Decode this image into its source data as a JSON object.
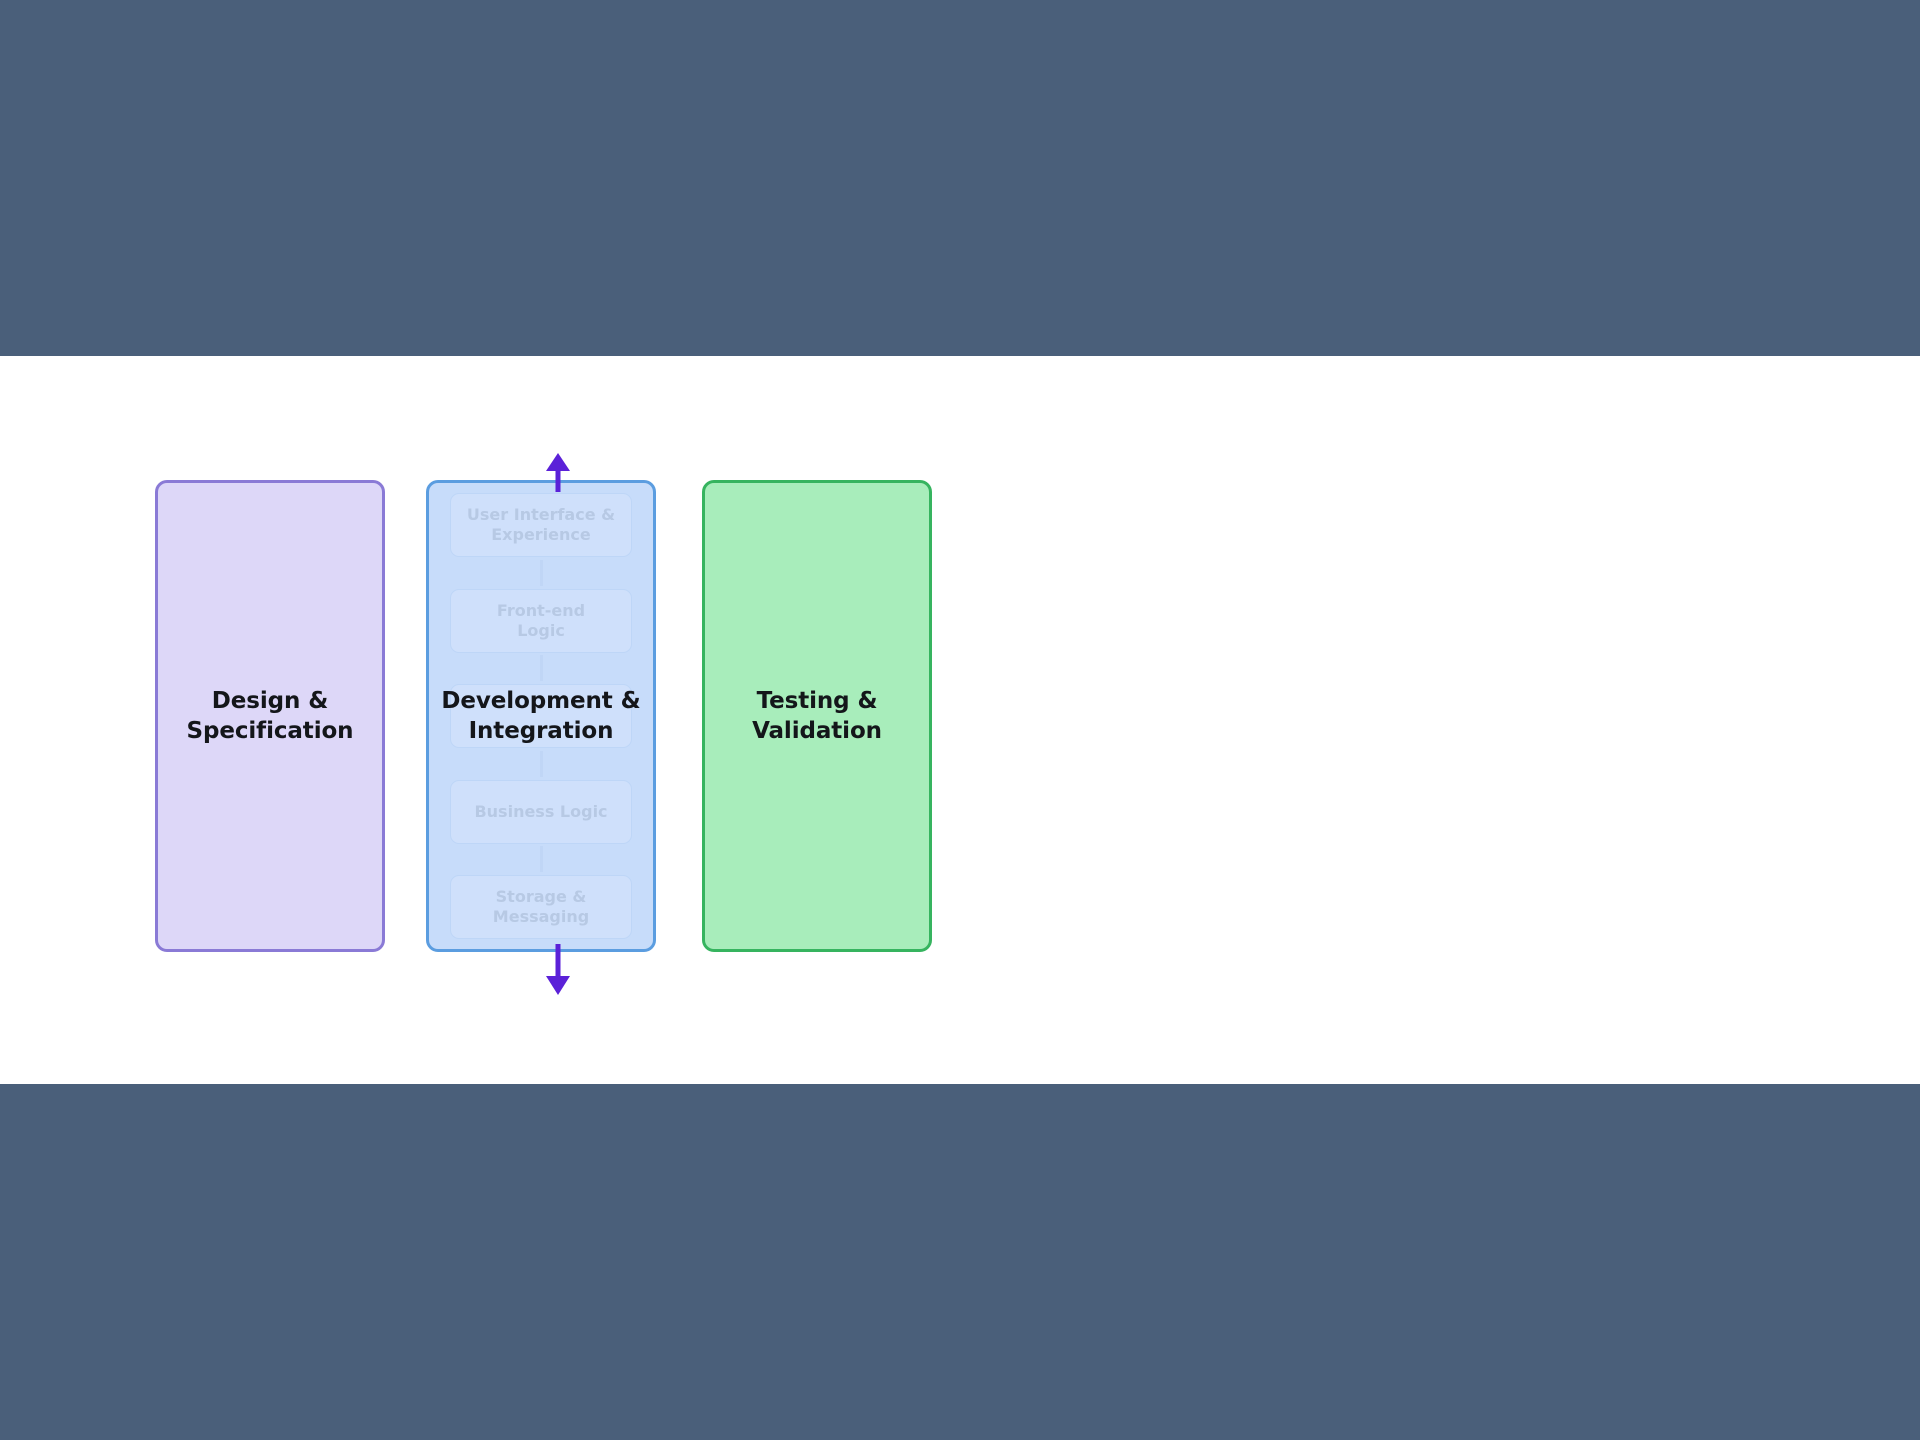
{
  "page": {
    "background_color": "#4a5f7a",
    "canvas_color": "#ffffff"
  },
  "diagram": {
    "type": "three-stage-process-flow",
    "stages": [
      {
        "id": "design",
        "label": "Design &\nSpecification",
        "label_line1": "Design &",
        "label_line2": "Specification",
        "fill_color": "#ddd7f8",
        "border_color": "#8a7ad6"
      },
      {
        "id": "development",
        "label": "Development &\nIntegration",
        "label_line1": "Development &",
        "label_line2": "Integration",
        "fill_color": "#c7dcfa",
        "border_color": "#5b9de0",
        "layers": [
          {
            "id": "ui-experience",
            "label_line1": "User Interface &",
            "label_line2": "Experience"
          },
          {
            "id": "front-end-logic",
            "label_line1": "Front-end",
            "label_line2": "Logic"
          },
          {
            "id": "core-integration",
            "label_line1": "",
            "label_line2": ""
          },
          {
            "id": "business-logic",
            "label_line1": "Business Logic",
            "label_line2": ""
          },
          {
            "id": "storage-messaging",
            "label_line1": "Storage &",
            "label_line2": "Messaging"
          }
        ]
      },
      {
        "id": "testing",
        "label": "Testing &\nValidation",
        "label_line1": "Testing &",
        "label_line2": "Validation",
        "fill_color": "#a8edbb",
        "border_color": "#36b45f"
      }
    ],
    "arrows": [
      {
        "id": "arrow-up",
        "direction": "up",
        "color": "#5b21d8"
      },
      {
        "id": "arrow-down",
        "direction": "down",
        "color": "#5b21d8"
      }
    ]
  }
}
